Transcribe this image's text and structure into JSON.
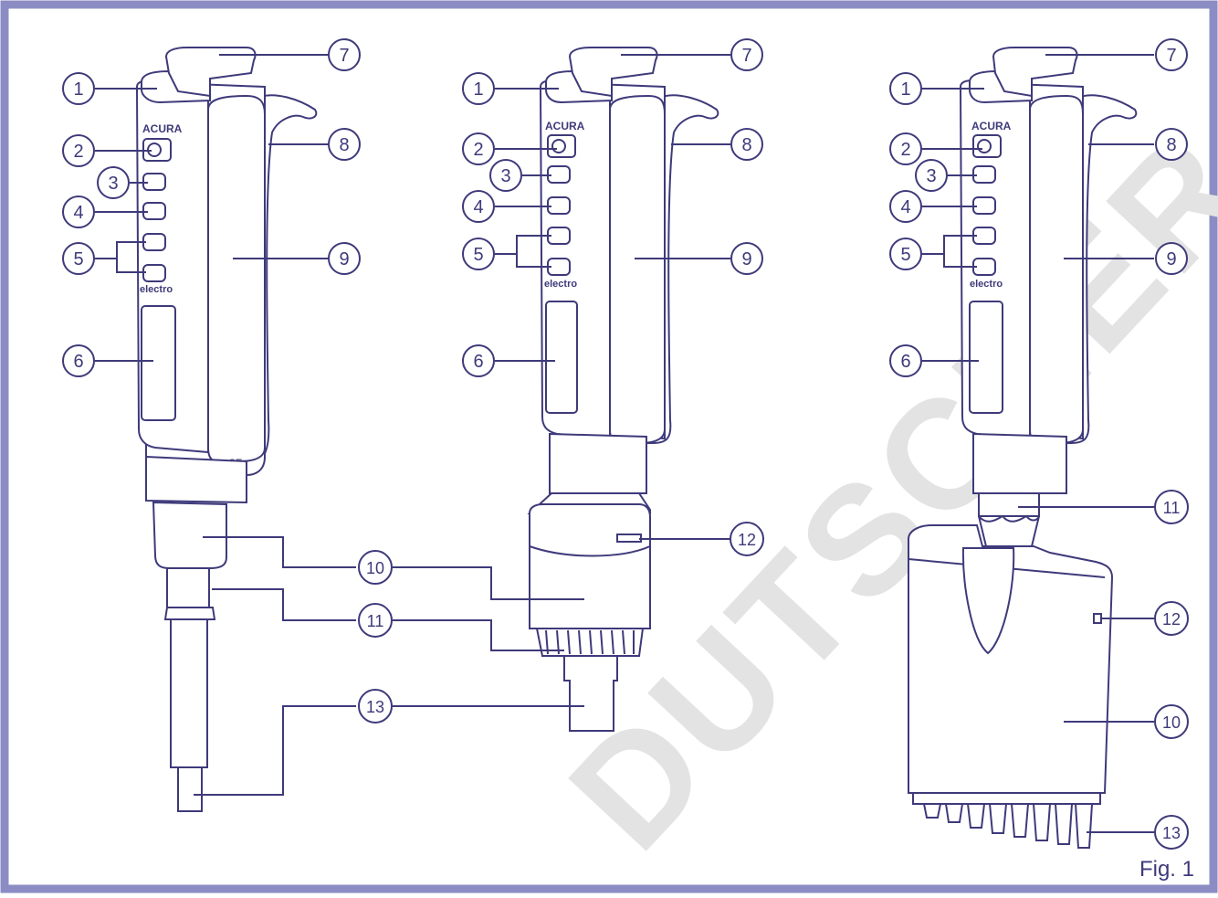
{
  "figure": {
    "caption": "Fig. 1",
    "watermark": "DUTSCHER SAS",
    "brand": "ACURA",
    "sub_brand": "electro",
    "ce_mark": "CE",
    "colors": {
      "line": "#3e3a7a",
      "border": "#8c8cc4",
      "watermark": "#e3e3e3"
    }
  },
  "callouts": {
    "c1": "1",
    "c2": "2",
    "c3": "3",
    "c4": "4",
    "c5": "5",
    "c6": "6",
    "c7": "7",
    "c8": "8",
    "c9": "9",
    "c10": "10",
    "c11": "11",
    "c12": "12",
    "c13": "13"
  }
}
